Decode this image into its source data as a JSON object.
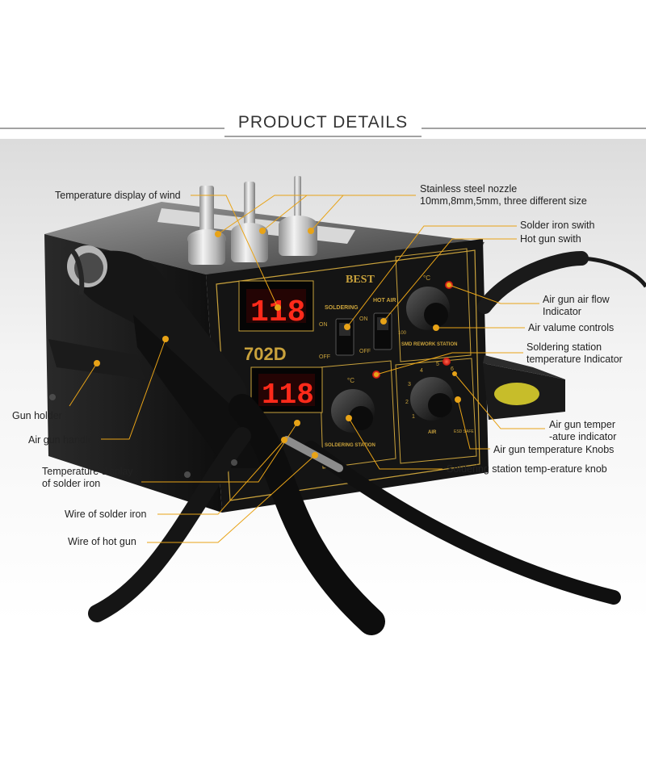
{
  "title": "PRODUCT DETAILS",
  "device": {
    "brand": "BEST",
    "model": "702D",
    "soldering_display": "118",
    "hot_air_display": "118",
    "switch_soldering_label": "SOLDERING",
    "switch_hot_air_label": "HOT AIR",
    "on_label": "ON",
    "off_label": "OFF",
    "panel_label": "SMD REWORK STATION",
    "station_label": "SOLDERING STATION",
    "air_label": "AIR",
    "celsius": "°C",
    "air_scale": [
      "1",
      "2",
      "3",
      "4",
      "5",
      "6"
    ],
    "marker_100": "100",
    "esd_label": "ESD SAFE"
  },
  "callouts": {
    "temp_display_wind": "Temperature display of wind",
    "nozzle_line1": "Stainless steel nozzle",
    "nozzle_line2": "10mm,8mm,5mm, three different size",
    "solder_iron_switch": "Solder iron swith",
    "hot_gun_switch": "Hot gun swith",
    "airflow_line1": "Air gun air flow",
    "airflow_line2": "Indicator",
    "air_volume": "Air valume controls",
    "soldering_temp_line1": "Soldering station",
    "soldering_temp_line2": "temperature Indicator",
    "gun_holder": "Gun holder",
    "air_gun_handle": "Air gun handle",
    "air_temp_ind_line1": "Air gun temper",
    "air_temp_ind_line2": "-ature indicator",
    "air_temp_knobs": "Air gun temperature Knobs",
    "iron_display_line1": "Temperature display",
    "iron_display_line2": "of solder iron",
    "station_knob": "Soldering station temp-erature knob",
    "wire_iron": "Wire of solder iron",
    "wire_gun": "Wire of hot gun"
  },
  "colors": {
    "accent": "#e8a317",
    "led_red": "#ff2a1a",
    "body": "#151515",
    "gold": "#c9a23c"
  }
}
